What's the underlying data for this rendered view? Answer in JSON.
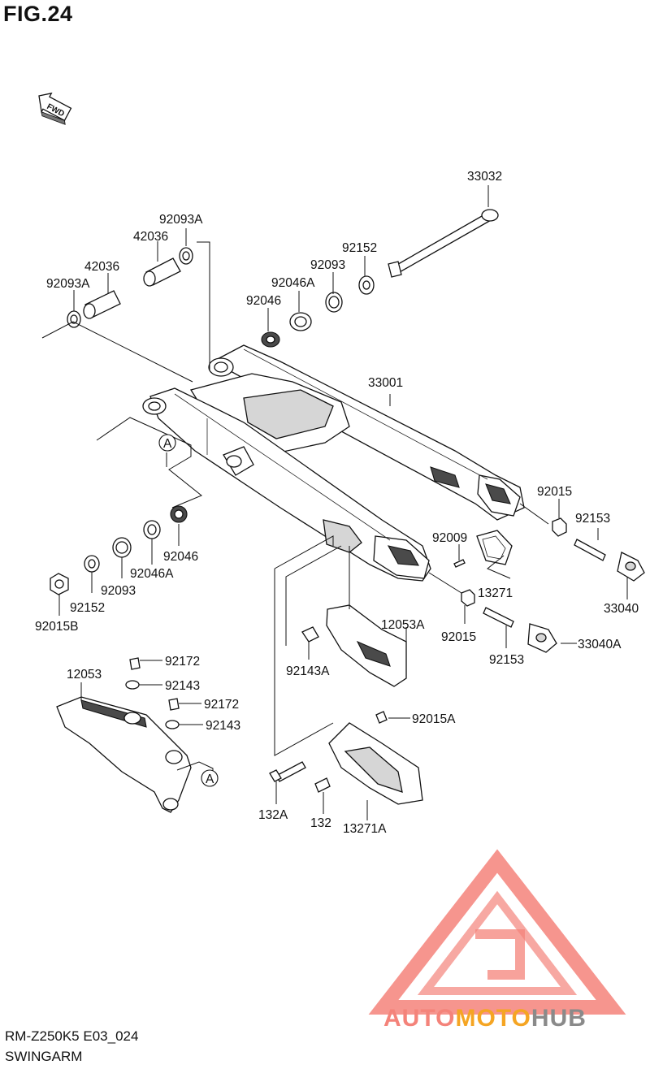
{
  "figure": {
    "title": "FIG.24",
    "fwd_label": "FWD",
    "circle_ref": "A",
    "model_code": "RM-Z250K5 E03_024",
    "section_name": "SWINGARM"
  },
  "watermark": {
    "brand_prefix": "AUTO",
    "brand_mid": "MOTO",
    "brand_suffix": "HUB",
    "accent_color": "#f4837a",
    "mid_color": "#f5a523",
    "suffix_color": "#8a8a8a"
  },
  "callouts": {
    "p33032": "33032",
    "p92093A_top": "92093A",
    "p42036_top": "42036",
    "p92152_top": "92152",
    "p42036_left": "42036",
    "p92093": "92093",
    "p92093A_left": "92093A",
    "p92046A_top": "92046A",
    "p92046_top": "92046",
    "p33001": "33001",
    "p92015_right": "92015",
    "p92153_right": "92153",
    "p92009": "92009",
    "p13271": "13271",
    "p33040": "33040",
    "p92046_bottom": "92046",
    "p92046A_bottom": "92046A",
    "p92093_bottom": "92093",
    "p92152_bottom": "92152",
    "p92015B": "92015B",
    "p12053A": "12053A",
    "p92015_mid": "92015",
    "p92153_mid": "92153",
    "p33040A": "33040A",
    "p92143A": "92143A",
    "p92172_a": "92172",
    "p12053": "12053",
    "p92143_a": "92143",
    "p92172_b": "92172",
    "p92143_b": "92143",
    "p92015A": "92015A",
    "p132A": "132A",
    "p132": "132",
    "p13271A": "13271A"
  }
}
